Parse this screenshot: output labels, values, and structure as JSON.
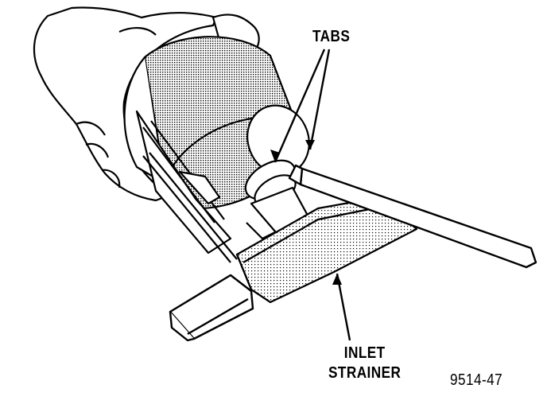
{
  "labels": {
    "tabs": "TABS",
    "inlet_line1": "INLET",
    "inlet_line2": "STRAINER"
  },
  "figure_number": "9514-47",
  "colors": {
    "ink": "#000000",
    "paper": "#ffffff",
    "shade": "#8a8a8a"
  }
}
